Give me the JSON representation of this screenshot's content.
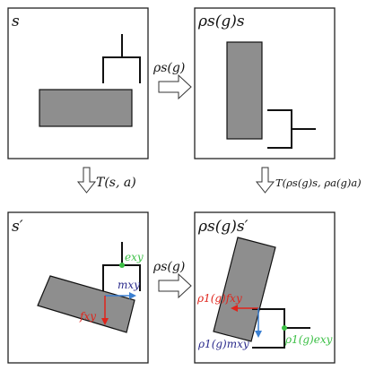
{
  "panels": {
    "top_left_label": "s",
    "top_right_label": "ρs(g)s",
    "bottom_left_label": "s′",
    "bottom_right_label": "ρs(g)s′"
  },
  "arrows": {
    "top_horizontal": "ρs(g)",
    "bottom_horizontal": "ρs(g)",
    "left_vertical": "T(s, a)",
    "right_vertical": "T(ρs(g)s, ρa(g)a)"
  },
  "annotations": {
    "e_xy": "exy",
    "m_xy": "mxy",
    "f_xy": "fxy",
    "rho_f": "ρ1(g)fxy",
    "rho_m": "ρ1(g)mxy",
    "rho_e": "ρ1(g)exy"
  },
  "colors": {
    "block_fill": "#8e8e8e",
    "force_red": "#e0241b",
    "motion_blue": "#3a7fd1",
    "contact_green": "#3bbf45",
    "label_navy": "#2b2b8c"
  }
}
